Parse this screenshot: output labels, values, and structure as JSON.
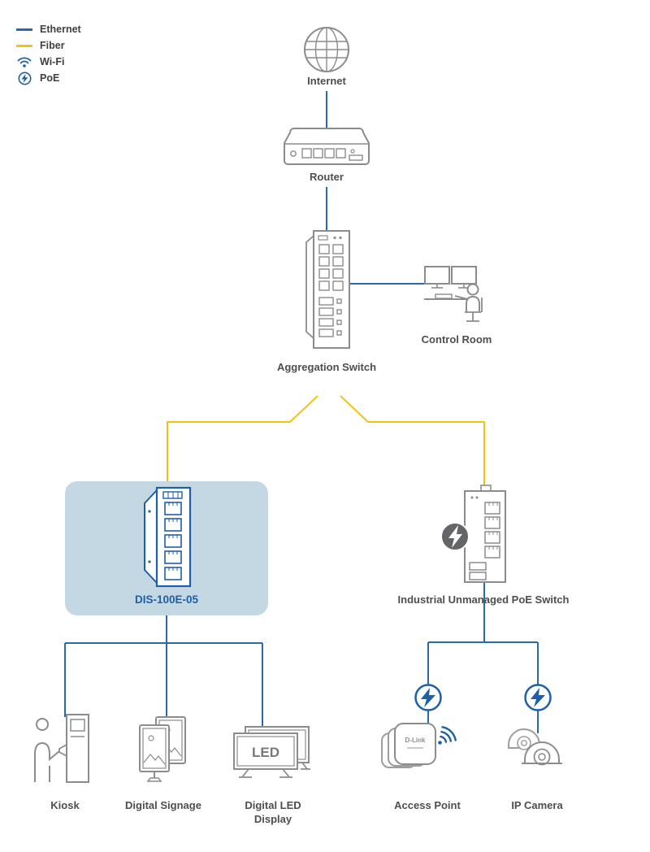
{
  "colors": {
    "ethernet_blue": "#2a69ae",
    "fiber_yellow": "#f2c211",
    "accent_blue": "#1d5fa9",
    "device_gray": "#8a8c8e",
    "highlight_bg": "#c3d8e3",
    "label_gray": "#4d4e50"
  },
  "legend": {
    "items": [
      {
        "id": "ethernet",
        "label": "Ethernet"
      },
      {
        "id": "fiber",
        "label": "Fiber"
      },
      {
        "id": "wifi",
        "label": "Wi-Fi"
      },
      {
        "id": "poe",
        "label": "PoE"
      }
    ]
  },
  "nodes": {
    "internet": {
      "label": "Internet"
    },
    "router": {
      "label": "Router"
    },
    "aggregation_switch": {
      "label": "Aggregation Switch"
    },
    "control_room": {
      "label": "Control Room"
    },
    "dis_switch": {
      "label": "DIS-100E-05"
    },
    "poe_switch": {
      "label": "Industrial Unmanaged PoE Switch"
    },
    "kiosk": {
      "label": "Kiosk"
    },
    "digital_signage": {
      "label": "Digital Signage"
    },
    "led_display": {
      "label": "Digital LED Display",
      "screen_text": "LED"
    },
    "access_point": {
      "label": "Access Point",
      "device_text": "D-Link"
    },
    "ip_camera": {
      "label": "IP Camera"
    }
  }
}
